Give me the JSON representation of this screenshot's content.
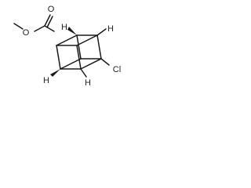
{
  "molecule": {
    "atoms": {
      "methyl_oxygen": "O",
      "carbonyl_oxygen": "O",
      "chlorine": "Cl",
      "h_top": "H",
      "h_right": "H",
      "h_bottom_left": "H",
      "h_bottom": "H"
    },
    "colors": {
      "bond": "#1a1a1a",
      "label": "#222222",
      "background": "#ffffff"
    }
  }
}
